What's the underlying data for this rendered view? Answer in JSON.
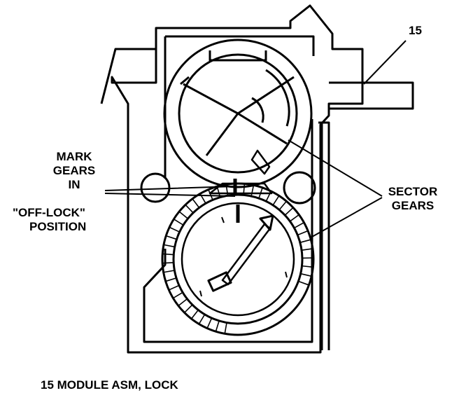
{
  "callout": {
    "number": "15"
  },
  "labels": {
    "mark_gears": [
      "MARK",
      "GEARS",
      "IN",
      "\"OFF-LOCK\"",
      "POSITION"
    ],
    "sector_gears": [
      "SECTOR",
      "GEARS"
    ]
  },
  "caption": "15  MODULE ASM, LOCK"
}
